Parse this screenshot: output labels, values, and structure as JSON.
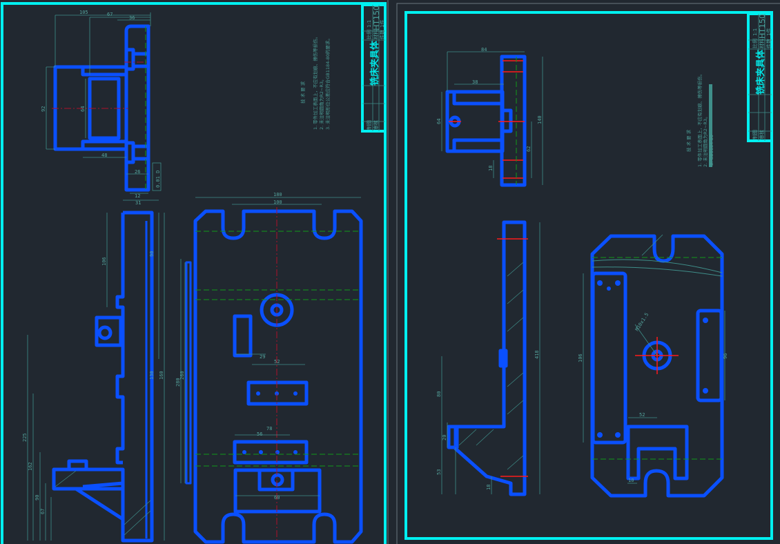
{
  "sheets": [
    {
      "title_block": {
        "title": "铣床夹具体",
        "scale_label": "比例",
        "scale": "1:1",
        "material_label": "材料",
        "material": "HT150",
        "count_label": "件数",
        "count": "1件",
        "drawn_label": "制图",
        "check_label": "审核"
      },
      "notes": {
        "heading": "技 术 要 求",
        "items": [
          "1. 零件加工表面上，不应有划痕、擦伤等损伤。",
          "2. 未注明圆角为R2~R3。",
          "3. 未注明形位公差应符合GB1184-80的要求。"
        ]
      },
      "dimensions": {
        "top_view": [
          "105",
          "67",
          "36",
          "92",
          "64",
          "48",
          "26",
          "12",
          "31"
        ],
        "tolerance_frame": "0.01 D",
        "front_view": [
          "180",
          "100",
          "52",
          "78",
          "56",
          "60",
          "29",
          "280",
          "260"
        ],
        "side_view": [
          "106",
          "90",
          "130",
          "160",
          "225",
          "162",
          "90",
          "67"
        ]
      }
    },
    {
      "title_block": {
        "title": "铣床夹具体",
        "scale_label": "比例",
        "scale": "1:1",
        "material_label": "材料",
        "material": "HT150",
        "count_label": "件数",
        "count": "1件",
        "drawn_label": "制图",
        "check_label": "审核"
      },
      "notes": {
        "heading": "技 术 要 求",
        "items": [
          "1. 零件加工表面上，不应有划痕、擦伤等损伤。",
          "2. 未注明圆角为R2~R3。",
          "3. GB1184-80"
        ]
      },
      "dimensions": {
        "top_view": [
          "84",
          "38",
          "64",
          "140",
          "62",
          "18"
        ],
        "side_view": [
          "418",
          "80",
          "20",
          "53",
          "18"
        ],
        "plan_view": [
          "M10x1.5",
          "106",
          "96",
          "52",
          "10"
        ]
      }
    }
  ],
  "colors": {
    "frame": "#00f0f0",
    "part": "#0a50ff",
    "dimension": "#3f8f8a",
    "centerline": "#b0102a",
    "hidden": "#119a1a",
    "background": "#212830"
  }
}
